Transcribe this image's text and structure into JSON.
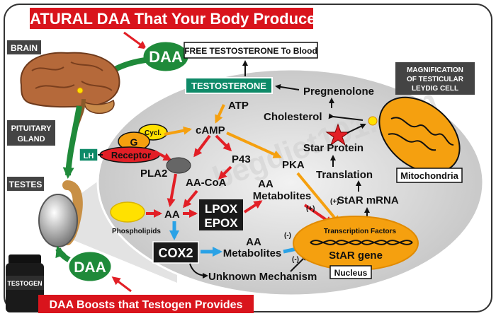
{
  "banner_top": "NATURAL DAA That Your Body Produces",
  "banner_bottom": "DAA Boosts that Testogen Provides",
  "watermark": "begdiet101.com",
  "labels": {
    "brain": "BRAIN",
    "pituitary_1": "PITUITARY",
    "pituitary_2": "GLAND",
    "testes": "TESTES",
    "daa_top": "DAA",
    "daa_bottom": "DAA",
    "lh": "LH",
    "g": "G",
    "cycl": "Cycl.",
    "receptor": "Receptor",
    "free_t": "FREE TESTOSTERONE To Blood",
    "testosterone": "TESTOSTERONE",
    "pregnenolone": "Pregnenolone",
    "atp": "ATP",
    "camp": "cAMP",
    "cholesterol": "Cholesterol",
    "magnification_1": "MAGNIFICATION",
    "magnification_2": "OF TESTICULAR",
    "magnification_3": "LEYDIG CELL",
    "mitochondria": "Mitochondria",
    "star_protein": "Star Protein",
    "translation": "Translation",
    "star_mrna": "StAR mRNA",
    "p43": "P43",
    "pka": "PKA",
    "pla2": "PLA2",
    "aa_coa": "AA-CoA",
    "aa_metabolites_1_a": "AA",
    "aa_metabolites_1_b": "Metabolites",
    "aa": "AA",
    "lpox": "LPOX",
    "epox": "EPOX",
    "phospholipids": "Phospholipids",
    "cox2": "COX2",
    "aa_metabolites_2_a": "AA",
    "aa_metabolites_2_b": "Metabolites",
    "unknown": "Unknown Mechanism",
    "transcription": "Transcription Factors",
    "star_gene": "StAR gene",
    "nucleus": "Nucleus",
    "plus_1": "(+)",
    "plus_2": "(+)",
    "minus_1": "(-)",
    "minus_2": "(-)",
    "product": "TESTOGEN"
  },
  "colors": {
    "banner_red": "#d9141c",
    "daa_green": "#1f8a3a",
    "teal_label": "#0e8a68",
    "orange": "#f5a00f",
    "yellow": "#ffe100",
    "red_arrow": "#e21f26",
    "blue_arrow": "#2aa2e6",
    "cell_gray": "#d7d7d7"
  }
}
